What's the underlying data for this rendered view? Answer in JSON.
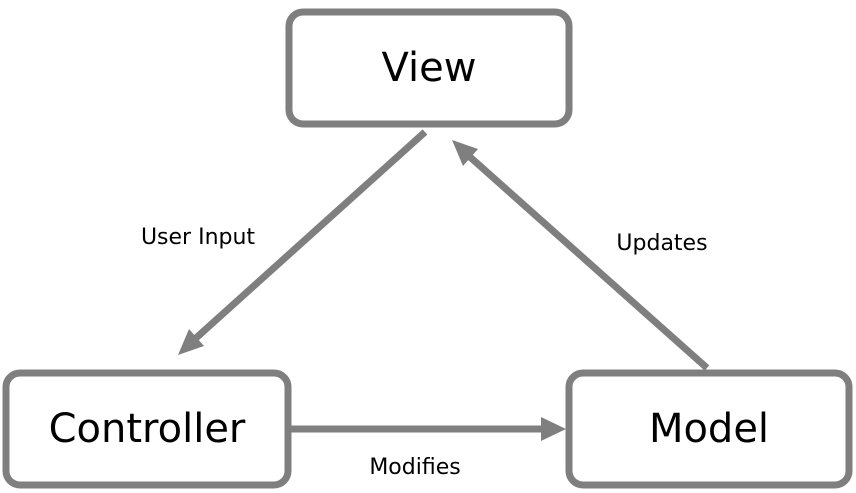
{
  "colors": {
    "stroke": "#7f7f7f",
    "fill": "#ffffff",
    "text": "#000000",
    "background": "#ffffff"
  },
  "nodes": {
    "view": {
      "label": "View"
    },
    "controller": {
      "label": "Controller"
    },
    "model": {
      "label": "Model"
    }
  },
  "edges": {
    "user_input": {
      "label": "User Input",
      "from": "View",
      "to": "Controller"
    },
    "modifies": {
      "label": "Modifies",
      "from": "Controller",
      "to": "Model"
    },
    "updates": {
      "label": "Updates",
      "from": "Model",
      "to": "View"
    }
  }
}
